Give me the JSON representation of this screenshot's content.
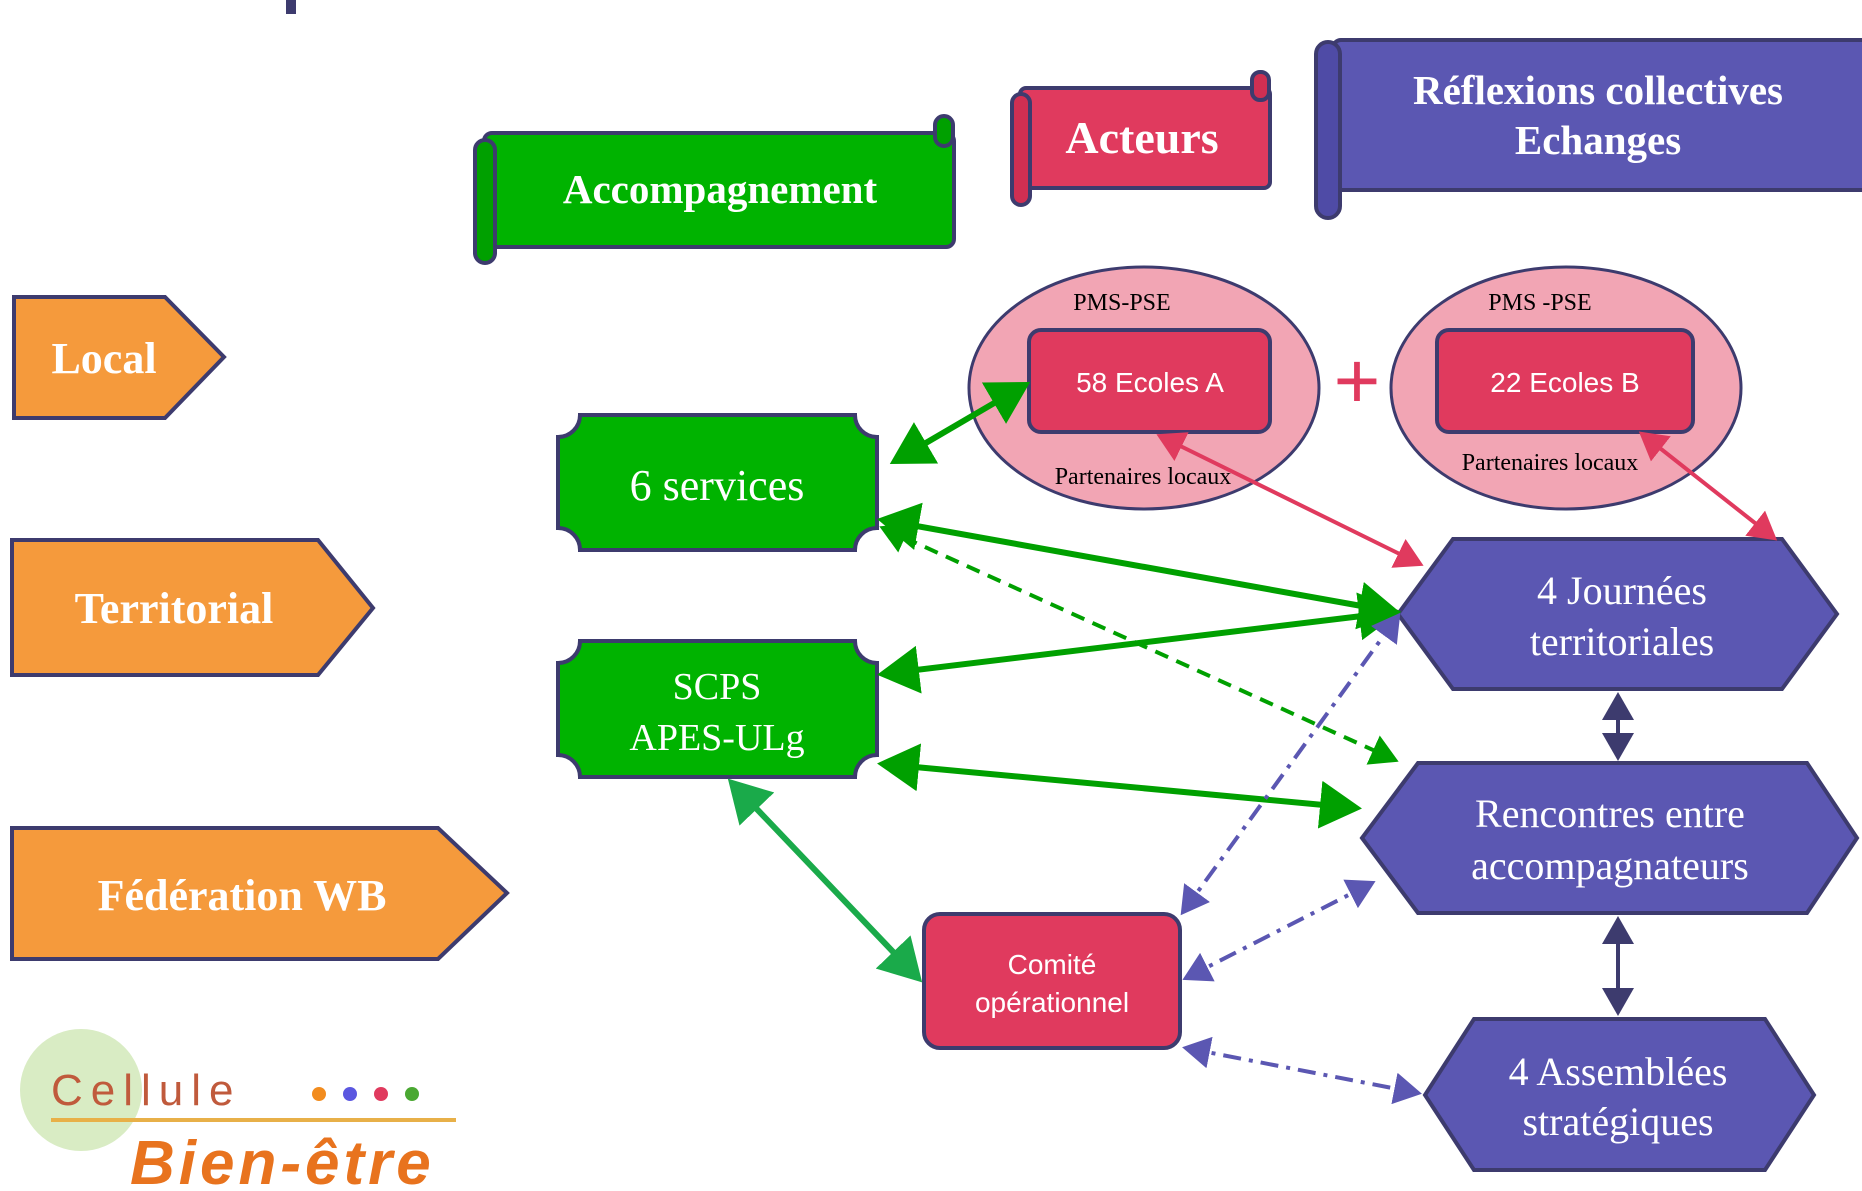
{
  "colors": {
    "orange": "#f59a3c",
    "green": "#00b300",
    "crimson": "#e03a5e",
    "purple": "#5b57b2",
    "pink_ellipse": "#f2a5b4",
    "dark_outline": "#3d3b6e"
  },
  "headers": {
    "accompagnement": "Accompagnement",
    "acteurs": "Acteurs",
    "reflexions_line1": "Réflexions collectives",
    "reflexions_line2": "Echanges"
  },
  "levels": {
    "local": "Local",
    "territorial": "Territorial",
    "federation": "Fédération WB"
  },
  "nodes": {
    "services": "6 services",
    "scps_line1": "SCPS",
    "scps_line2": "APES-ULg",
    "comite_line1": "Comité",
    "comite_line2": "opérationnel",
    "pms_a_label": "PMS-PSE",
    "ecoles_a": "58 Ecoles A",
    "partenaires_a": "Partenaires locaux",
    "plus": "+",
    "pms_b_label": "PMS -PSE",
    "ecoles_b": "22 Ecoles B",
    "partenaires_b": "Partenaires locaux",
    "journees_line1": "4 Journées",
    "journees_line2": "territoriales",
    "rencontres_line1": "Rencontres  entre",
    "rencontres_line2": "accompagnateurs",
    "assemblees_line1": "4 Assemblées",
    "assemblees_line2": "stratégiques"
  },
  "logo": {
    "word1": "Cellule",
    "word2": "Bien-être"
  }
}
